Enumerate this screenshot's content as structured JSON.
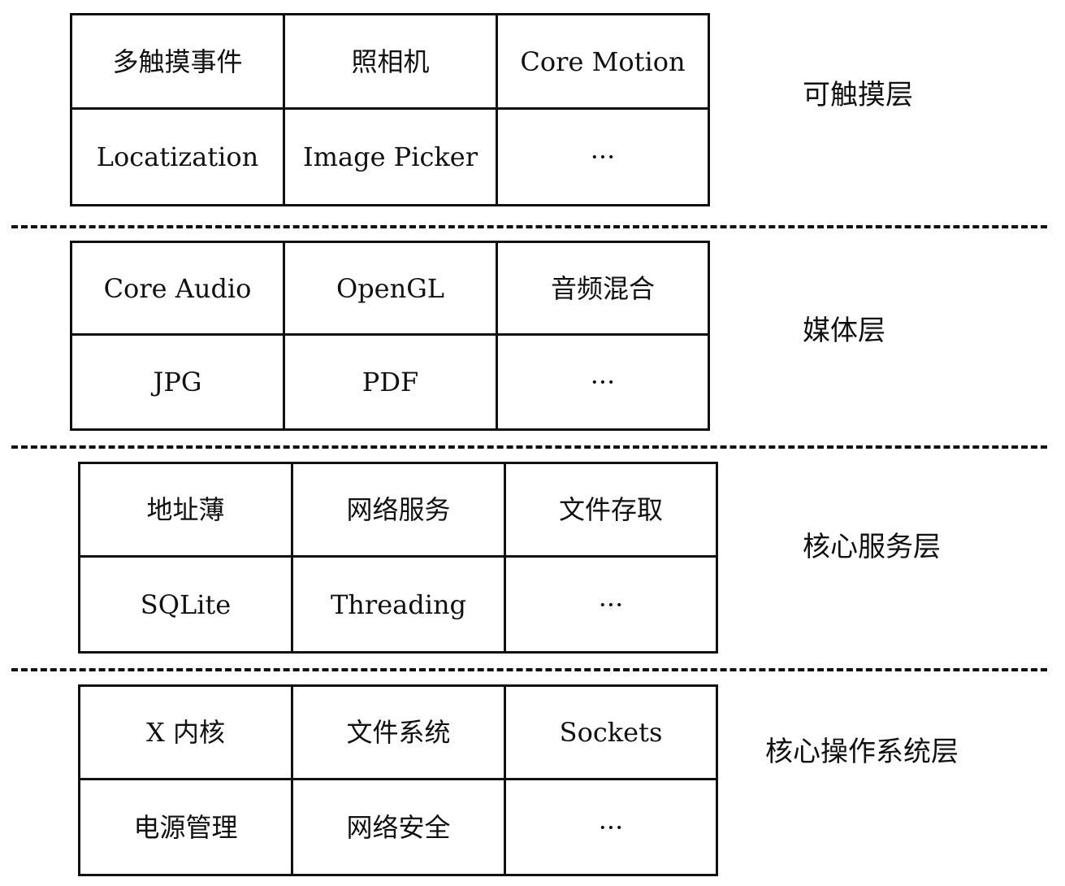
{
  "layers": [
    {
      "label": "可触摸层",
      "cells": [
        "多触摸事件",
        "照相机",
        "Core Motion",
        "Locatization",
        "Image Picker",
        "···"
      ]
    },
    {
      "label": "媒体层",
      "cells": [
        "Core Audio",
        "OpenGL",
        "音频混合",
        "JPG",
        "PDF",
        "···"
      ]
    },
    {
      "label": "核心服务层",
      "cells": [
        "地址薄",
        "网络服务",
        "文件存取",
        "SQLite",
        "Threading",
        "···"
      ]
    },
    {
      "label": "核心操作系统层",
      "cells": [
        "X 内核",
        "文件系统",
        "Sockets",
        "电源管理",
        "网络安全",
        "···"
      ]
    }
  ]
}
